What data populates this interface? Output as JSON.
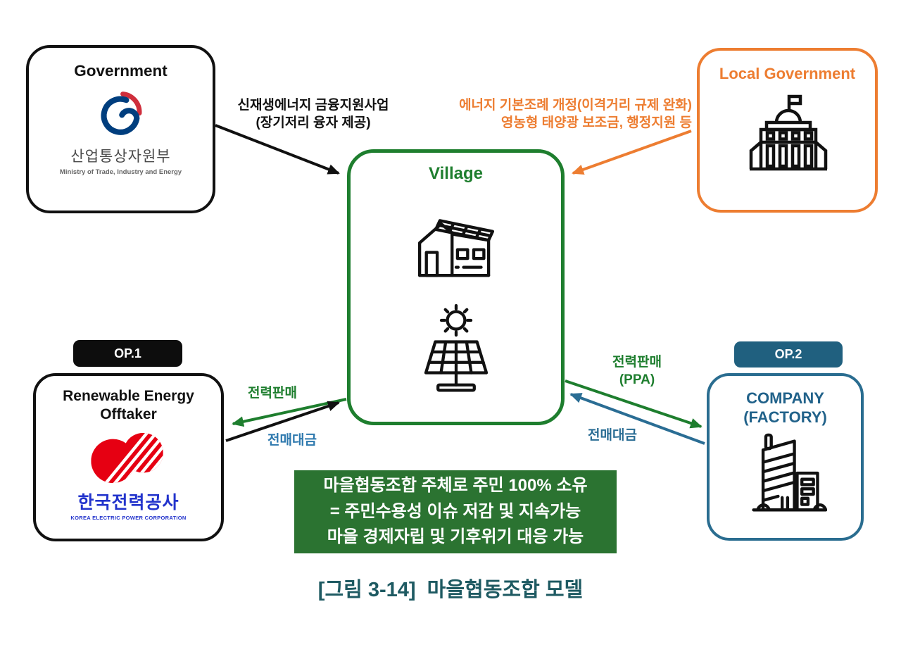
{
  "government": {
    "title": "Government",
    "org_kr": "산업통상자원부",
    "org_en": "Ministry of Trade, Industry and Energy"
  },
  "local_government": {
    "title": "Local Government"
  },
  "village": {
    "title": "Village"
  },
  "op1": {
    "label": "OP.1"
  },
  "offtaker": {
    "title_line1": "Renewable Energy",
    "title_line2": "Offtaker",
    "logo_kr": "한국전력공사",
    "logo_en": "KOREA ELECTRIC POWER CORPORATION"
  },
  "op2": {
    "label": "OP.2"
  },
  "company": {
    "title_line1": "COMPANY",
    "title_line2": "(FACTORY)"
  },
  "edges": {
    "gov_support": {
      "line1": "신재생에너지 금융지원사업",
      "line2": "(장기저리 융자 제공)"
    },
    "localgov_support": {
      "line1": "에너지 기본조례 개정(이격거리 규제 완화)",
      "line2": "영농형 태양광 보조금, 행정지원 등"
    },
    "offtaker_sale": {
      "label": "전력판매"
    },
    "offtaker_payment": {
      "label": "전매대금"
    },
    "company_sale": {
      "line1": "전력판매",
      "line2": "(PPA)"
    },
    "company_payment": {
      "label": "전매대금"
    }
  },
  "summary_box": {
    "line1": "마을협동조합 주체로 주민 100% 소유",
    "line2": "= 주민수용성 이슈 저감 및 지속가능",
    "line3": "마을 경제자립 및 기후위기 대응 가능"
  },
  "caption": {
    "text": "[그림 3-14]  마을협동조합 모델"
  },
  "colors": {
    "black": "#111111",
    "orange": "#ED7D31",
    "green": "#1e7e2e",
    "summary_green_bg": "#2b7331",
    "blue_border": "#2a6d90",
    "blue_badge_bg": "#20607f",
    "company_text_blue": "#21628a",
    "payment_label_blue_left": "#2e79ae",
    "payment_label_blue_right": "#2a6d94",
    "caption_teal": "#1e5a62",
    "kepco_red": "#e60012",
    "kepco_blue": "#2233cc",
    "gov_emblem_blue": "#003e7e",
    "gov_emblem_red": "#cf2e3c"
  }
}
